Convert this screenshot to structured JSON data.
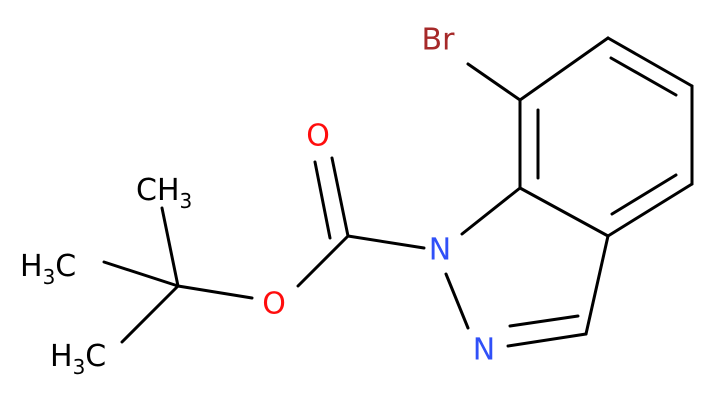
{
  "molecule": {
    "atoms": {
      "br": "Br",
      "o_carbonyl": "O",
      "o_ester": "O",
      "n1": "N",
      "n2": "N",
      "ch3_top": {
        "main": "CH",
        "sub": "3"
      },
      "ch3_left_upper": {
        "main": "H",
        "sub": "3",
        "tail": "C"
      },
      "ch3_left_lower": {
        "main": "H",
        "sub": "3",
        "tail": "C"
      }
    },
    "colors": {
      "bond": "#000000",
      "carbon_label": "#000000",
      "oxygen": "#ff0d0d",
      "nitrogen": "#3050f8",
      "bromine": "#a62929"
    }
  }
}
